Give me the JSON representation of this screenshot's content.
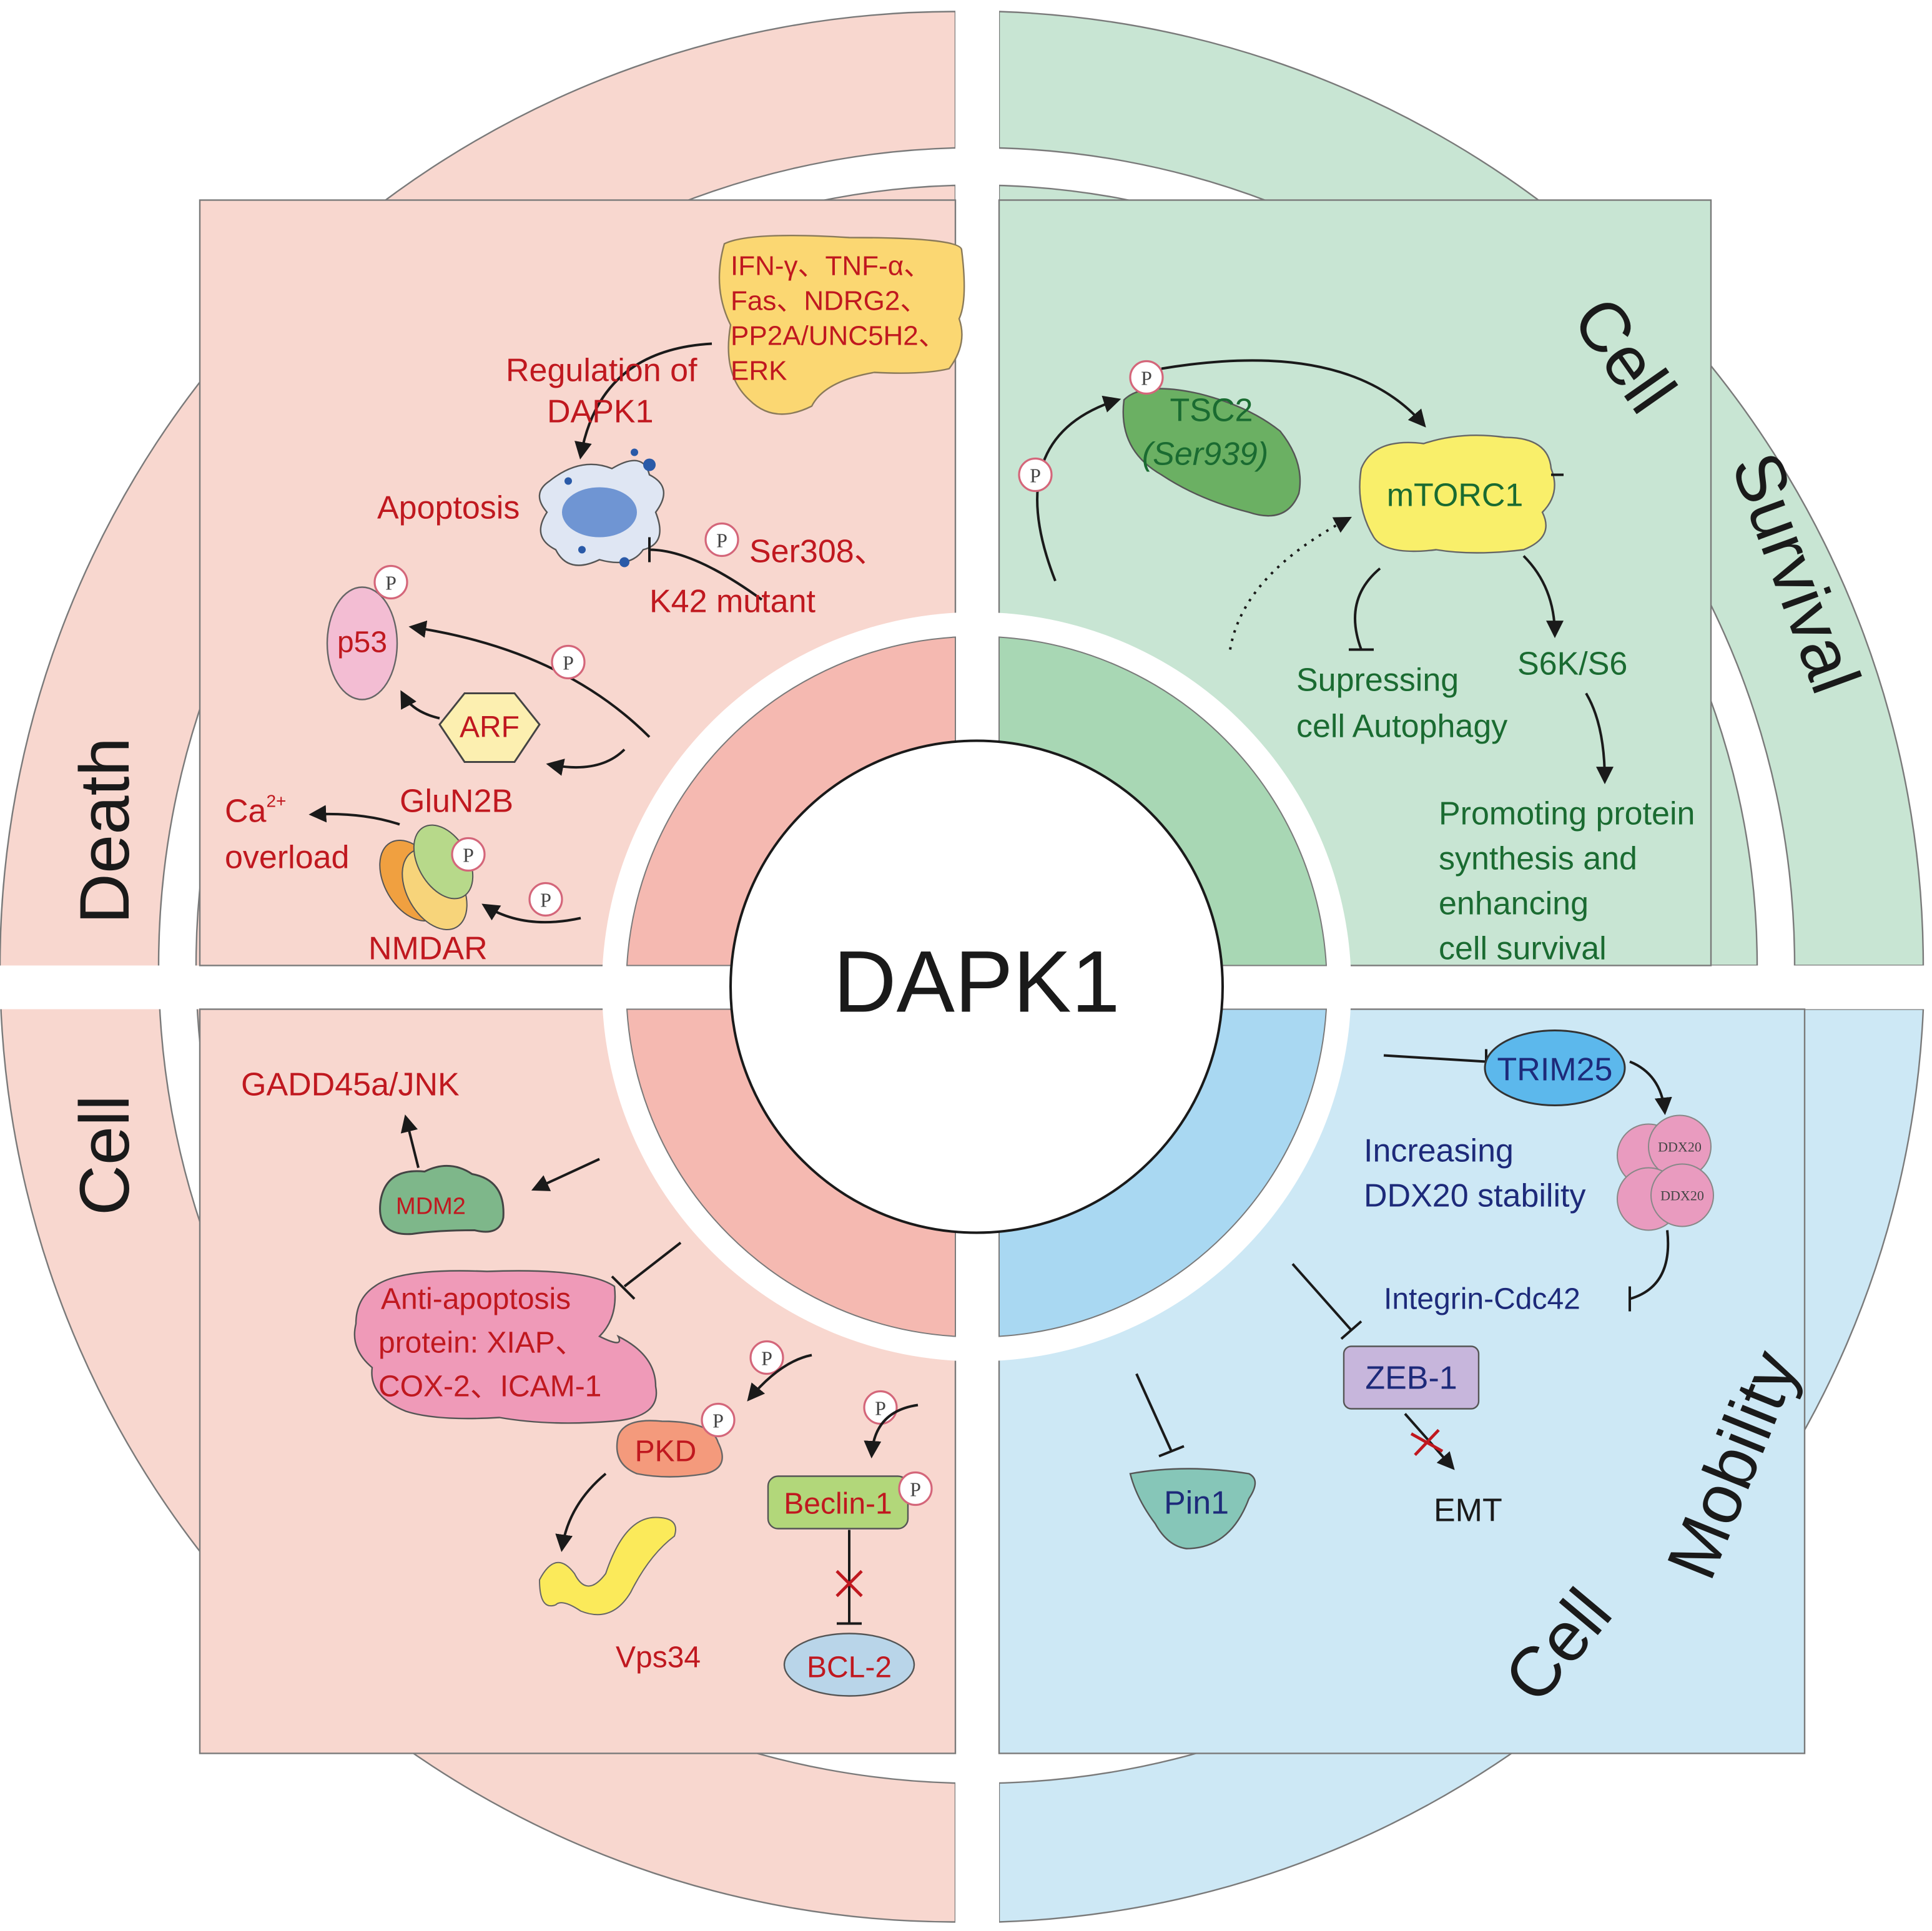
{
  "center_title": "DAPK1",
  "sections": {
    "death": {
      "ring_word1": "Cell",
      "ring_word2": "Death",
      "regulators_line1": "IFN-γ、TNF-α、",
      "regulators_line2": "Fas、NDRG2、",
      "regulators_line3": "PP2A/UNC5H2、",
      "regulators_line4": "ERK",
      "regulation_line1": "Regulation of",
      "regulation_line2": "DAPK1",
      "apoptosis": "Apoptosis",
      "ser308": "Ser308、",
      "k42": "K42 mutant",
      "p53": "p53",
      "arf": "ARF",
      "ca": "Ca",
      "ca_sup": "2+",
      "overload": "overload",
      "glun2b": "GluN2B",
      "nmdar": "NMDAR",
      "gadd": "GADD45a/JNK",
      "mdm2": "MDM2",
      "anti_line1": "Anti-apoptosis",
      "anti_line2": "protein: XIAP、",
      "anti_line3": "COX-2、ICAM-1",
      "pkd": "PKD",
      "vps34": "Vps34",
      "beclin": "Beclin-1",
      "bcl2": "BCL-2"
    },
    "survival": {
      "ring_word1": "Cell",
      "ring_word2": "Survival",
      "tsc2_line1": "TSC2",
      "tsc2_line2": "(Ser939)",
      "mtorc1": "mTORC1",
      "supp_line1": "Supressing",
      "supp_line2": "cell Autophagy",
      "s6k": "S6K/S6",
      "promo_line1": "Promoting protein",
      "promo_line2": "synthesis and",
      "promo_line3": "enhancing",
      "promo_line4": "cell survival"
    },
    "mobility": {
      "ring_word1": "Cell",
      "ring_word2": "Mobility",
      "trim25": "TRIM25",
      "inc_line1": "Increasing",
      "inc_line2": "DDX20 stability",
      "ddx20": "DDX20",
      "integrin": "Integrin-Cdc42",
      "zeb1": "ZEB-1",
      "emt": "EMT",
      "pin1": "Pin1"
    }
  },
  "phospho_label": "P",
  "colors": {
    "death_ring": "#f8d7cf",
    "death_inner": "#f5b9b1",
    "survival_ring": "#c8e5d3",
    "survival_inner": "#a8d7b4",
    "mobility_ring": "#cde8f5",
    "mobility_inner": "#a9d8f2",
    "label_red": "#c0181f",
    "label_green": "#1a6b31",
    "label_blue": "#1d2a7a"
  }
}
